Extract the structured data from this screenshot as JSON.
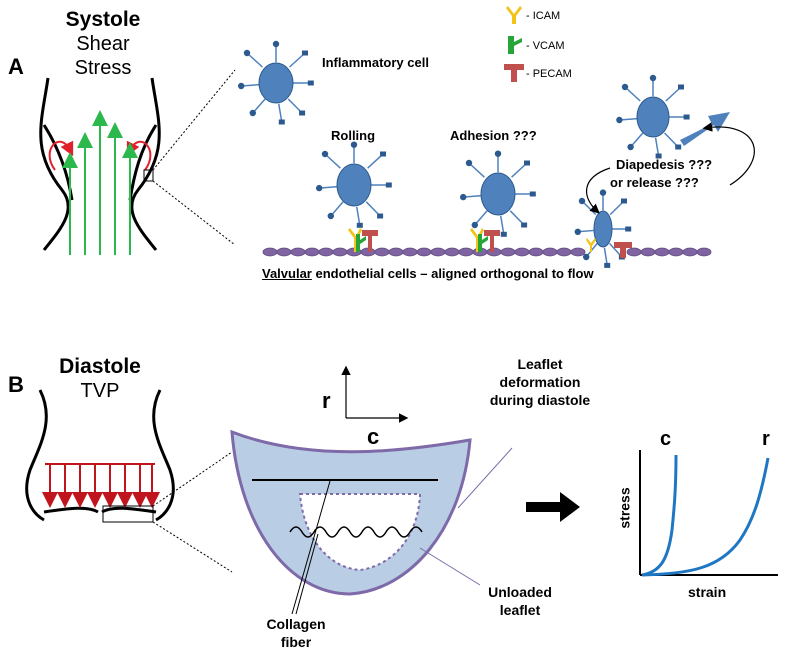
{
  "panel_a": {
    "label": "A",
    "phase_title": "Systole",
    "phase_sub_1": "Shear",
    "phase_sub_2": "Stress",
    "inflammatory_cell": "Inflammatory cell",
    "rolling": "Rolling",
    "adhesion": "Adhesion ???",
    "diapedesis_1": "Diapedesis ???",
    "diapedesis_2": "or release ???",
    "endothelial_underlined": "Valvular",
    "endothelial_rest": " endothelial cells – aligned orthogonal to flow"
  },
  "legend": [
    {
      "label": "- ICAM",
      "color": "#f2c318"
    },
    {
      "label": "- VCAM",
      "color": "#27a538"
    },
    {
      "label": "- PECAM",
      "color": "#c0504d"
    }
  ],
  "panel_b": {
    "label": "B",
    "phase_title": "Diastole",
    "phase_sub": "TVP",
    "axis_r": "r",
    "axis_c": "c",
    "deformation_1": "Leaflet",
    "deformation_2": "deformation",
    "deformation_3": "during diastole",
    "unloaded_1": "Unloaded",
    "unloaded_2": "leaflet",
    "collagen_1": "Collagen",
    "collagen_2": "fiber",
    "graph_ylabel": "stress",
    "graph_xlabel": "strain",
    "curve_c": "c",
    "curve_r": "r"
  },
  "colors": {
    "cell": "#4f81bd",
    "cell_dark": "#2c5a8f",
    "endothelium": "#8064a2",
    "shear_arrow": "#2db84d",
    "vortex": "#e0202a",
    "pressure_arrow": "#c0151d",
    "leaflet_fill": "#b9cde5",
    "leaflet_stroke": "#7e6aa8",
    "curve": "#1f77c4"
  }
}
